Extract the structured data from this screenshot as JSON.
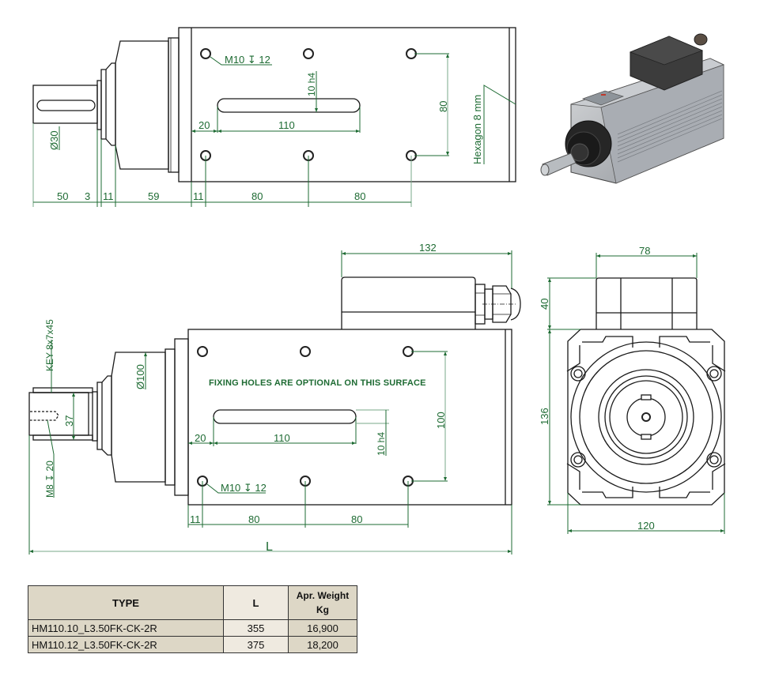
{
  "top_view": {
    "hole_callout": "M10 ↧ 12",
    "slot_height": "10 h4",
    "slot_offset": "20",
    "slot_length": "110",
    "hole_vertical_spacing": "80",
    "hexagon_note": "Hexagon 8 mm",
    "shaft_diameter": "Ø30",
    "bottom_dims": [
      "50",
      "3",
      "11",
      "59",
      "11",
      "80",
      "80"
    ]
  },
  "side_view": {
    "key_callout": "KEY 8x7x45",
    "thread_callout": "M8 ↧ 20",
    "shaft_key_length": "37",
    "flange_diameter": "Ø100",
    "fixing_note": "FIXING HOLES ARE OPTIONAL ON THIS SURFACE",
    "slot_offset": "20",
    "slot_length": "110",
    "slot_height": "10 h4",
    "hole_vertical_spacing": "100",
    "hole_callout": "M10 ↧ 12",
    "bottom_dims": [
      "11",
      "80",
      "80"
    ],
    "overall_length_label": "L",
    "connector_length": "132"
  },
  "front_view": {
    "box_width": "78",
    "box_height": "40",
    "body_height": "136",
    "body_width": "120"
  },
  "iso_view": {
    "description": "3D isometric render of spindle motor with connector box"
  },
  "table": {
    "headers": {
      "type": "TYPE",
      "length": "L",
      "weight_line1": "Apr. Weight",
      "weight_line2": "Kg"
    },
    "rows": [
      {
        "type": "HM110.10_L3.50FK-CK-2R",
        "length": "355",
        "weight": "16,900"
      },
      {
        "type": "HM110.12_L3.50FK-CK-2R",
        "length": "375",
        "weight": "18,200"
      }
    ]
  },
  "colors": {
    "dimension": "#1e6b33",
    "outline": "#1a1a1a",
    "table_header": "#ddd7c6"
  }
}
